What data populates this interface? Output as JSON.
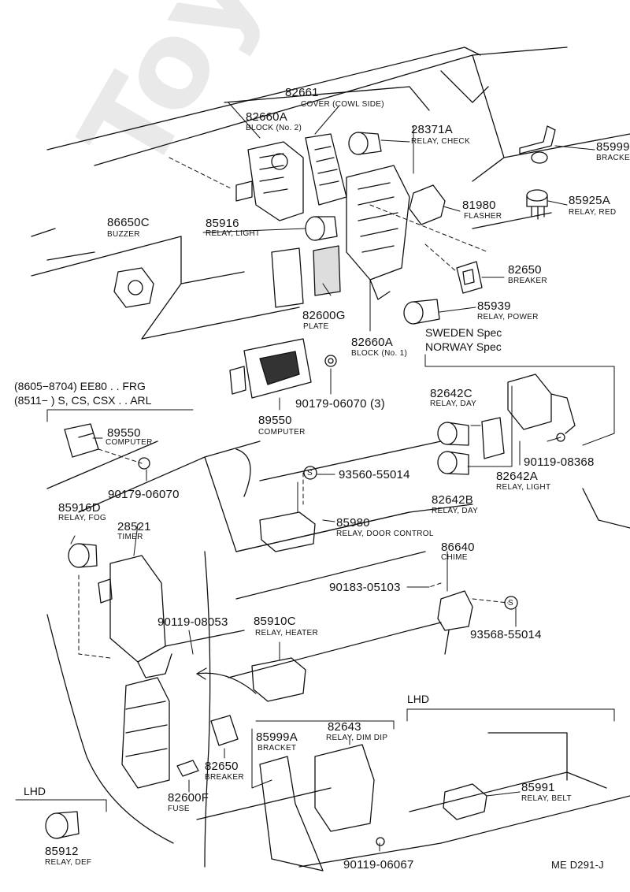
{
  "watermark": "ToyotaCatalog.ru",
  "diagram_code": "ME D291-J",
  "lhd_label": "LHD",
  "sweden_spec": "SWEDEN Spec",
  "norway_spec": "NORWAY Spec",
  "model_note_1": "(8605−8704) EE80 . . FRG",
  "model_note_2": "(8511−        ) S, CS, CSX . . ARL",
  "parts": [
    {
      "number": "82661",
      "desc": "COVER (COWL SIDE)"
    },
    {
      "number": "82660A",
      "desc": "BLOCK (No. 2)"
    },
    {
      "number": "28371A",
      "desc": "RELAY, CHECK"
    },
    {
      "number": "85999",
      "desc": "BRACKET"
    },
    {
      "number": "85925A",
      "desc": "RELAY, RED"
    },
    {
      "number": "86650C",
      "desc": "BUZZER"
    },
    {
      "number": "85916",
      "desc": "RELAY, LIGHT"
    },
    {
      "number": "81980",
      "desc": "FLASHER"
    },
    {
      "number": "82650",
      "desc": "BREAKER"
    },
    {
      "number": "85939",
      "desc": "RELAY, POWER"
    },
    {
      "number": "82600G",
      "desc": "PLATE"
    },
    {
      "number": "82660A",
      "desc": "BLOCK (No. 1)"
    },
    {
      "number": "90179-06070 (3)",
      "desc": ""
    },
    {
      "number": "89550",
      "desc": "COMPUTER"
    },
    {
      "number": "89550",
      "desc": "COMPUTER"
    },
    {
      "number": "90179-06070",
      "desc": ""
    },
    {
      "number": "82642C",
      "desc": "RELAY, DAY"
    },
    {
      "number": "90119-08368",
      "desc": ""
    },
    {
      "number": "82642A",
      "desc": "RELAY, LIGHT"
    },
    {
      "number": "82642B",
      "desc": "RELAY, DAY"
    },
    {
      "number": "93560-55014",
      "desc": ""
    },
    {
      "number": "85916D",
      "desc": "RELAY, FOG"
    },
    {
      "number": "28521",
      "desc": "TIMER"
    },
    {
      "number": "85980",
      "desc": "RELAY, DOOR CONTROL"
    },
    {
      "number": "86640",
      "desc": "CHIME"
    },
    {
      "number": "90183-05103",
      "desc": ""
    },
    {
      "number": "93568-55014",
      "desc": ""
    },
    {
      "number": "90119-08053",
      "desc": ""
    },
    {
      "number": "85910C",
      "desc": "RELAY, HEATER"
    },
    {
      "number": "85999A",
      "desc": "BRACKET"
    },
    {
      "number": "82643",
      "desc": "RELAY, DIM DIP"
    },
    {
      "number": "82650",
      "desc": "BREAKER"
    },
    {
      "number": "82600F",
      "desc": "FUSE"
    },
    {
      "number": "85991",
      "desc": "RELAY, BELT"
    },
    {
      "number": "85912",
      "desc": "RELAY, DEF"
    },
    {
      "number": "90119-06067",
      "desc": ""
    }
  ],
  "symbols": {
    "s_marker": "S"
  }
}
